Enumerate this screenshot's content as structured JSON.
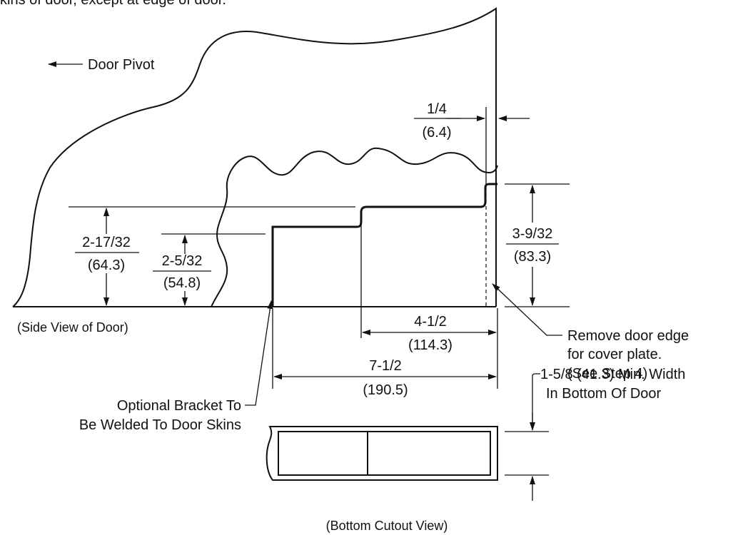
{
  "header_text": "kins of door, except at edge of door.",
  "labels": {
    "door_pivot": "Door Pivot",
    "side_view": "(Side View of Door)",
    "bottom_view": "(Bottom Cutout View)",
    "remove_edge_line1": "Remove door edge",
    "remove_edge_line2": "for cover plate.",
    "remove_edge_line3": "(See Step 4)",
    "bracket_line1": "Optional Bracket To",
    "bracket_line2": "Be Welded To Door Skins",
    "min_width_line1": "1-5/8 (41.3) Min. Width",
    "min_width_line2": "In Bottom Of Door"
  },
  "dimensions": {
    "d_quarter": {
      "imperial": "1/4",
      "metric": "(6.4)"
    },
    "d_2_17_32": {
      "imperial": "2-17/32",
      "metric": "(64.3)"
    },
    "d_2_5_32": {
      "imperial": "2-5/32",
      "metric": "(54.8)"
    },
    "d_3_9_32": {
      "imperial": "3-9/32",
      "metric": "(83.3)"
    },
    "d_4_1_2": {
      "imperial": "4-1/2",
      "metric": "(114.3)"
    },
    "d_7_1_2": {
      "imperial": "7-1/2",
      "metric": "(190.5)"
    }
  }
}
